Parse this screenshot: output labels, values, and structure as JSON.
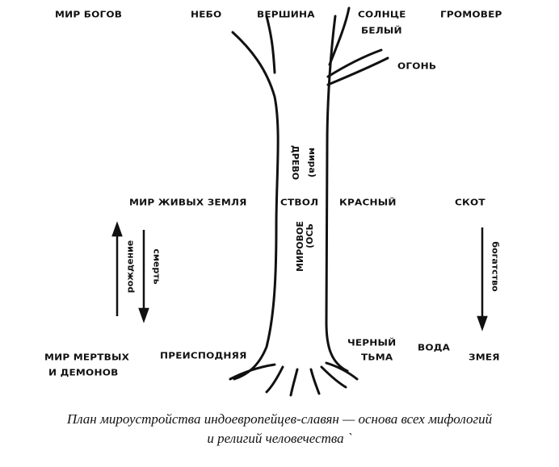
{
  "labels": {
    "gods_world": "МИР БОГОВ",
    "sky": "НЕБО",
    "summit": "ВЕРШИНА",
    "sun": "СОЛНЦЕ",
    "thunderer": "ГРОМОВЕР",
    "white": "БЕЛЫЙ",
    "fire": "ОГОНЬ",
    "living_world": "МИР ЖИВЫХ ЗЕМЛЯ",
    "trunk": "СТВОЛ",
    "red": "КРАСНЫЙ",
    "cattle": "СКОТ",
    "dead_world_line1": "МИР МЕРТВЫХ",
    "dead_world_line2": "И  ДЕМОНОВ",
    "underworld": "ПРЕИСПОДНЯЯ",
    "black": "ЧЕРНЫЙ",
    "darkness": "ТЬМА",
    "water": "ВОДА",
    "serpent": "ЗМЕЯ"
  },
  "trunk_text": {
    "tree": "ДРЕВО",
    "world_paren": "мира)",
    "world_adj": "МИРОВОЕ",
    "axis_paren": "(ОСЬ"
  },
  "arrows": {
    "birth": "рождение",
    "death": "смерть",
    "wealth": "богатство"
  },
  "caption": {
    "line1": "План мироустройства индоевропейцев-славян — основа всех мифологий",
    "line2": "и религий человечества `"
  }
}
